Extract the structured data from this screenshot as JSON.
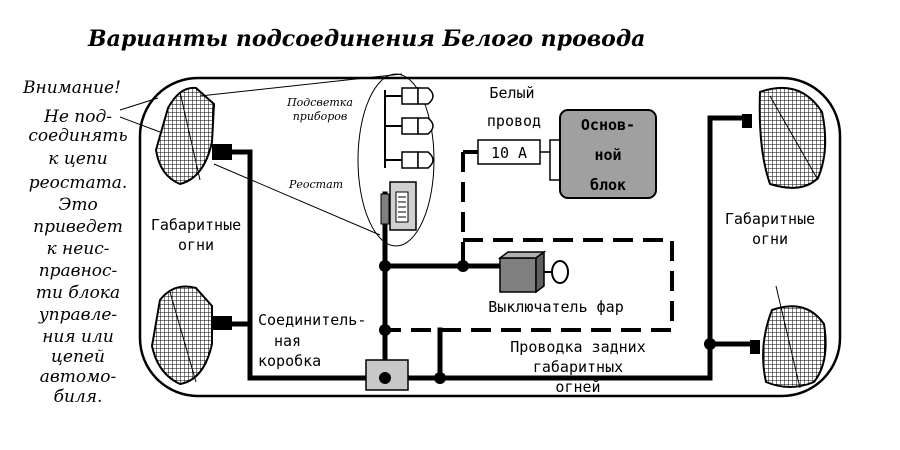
{
  "title": "Варианты подсоединения Белого провода",
  "warning": {
    "lines": [
      "Внимание!",
      "Не под-",
      "соединять",
      "к цепи",
      "реостата.",
      "Это",
      "приведет",
      "к неис-",
      "правнос-",
      "ти блока",
      "управле-",
      "ния или",
      "цепей",
      "автомо-",
      "биля."
    ]
  },
  "labels": {
    "panel_light": [
      "Подсветка",
      "приборов"
    ],
    "rheostat": "Реостат",
    "white_wire": [
      "Белый",
      "провод"
    ],
    "fuse": "10 A",
    "main_unit": [
      "Основ-",
      "ной",
      "блок"
    ],
    "marker_left": [
      "Габаритные",
      "огни"
    ],
    "marker_right": [
      "Габаритные",
      "огни"
    ],
    "headlight_switch": "Выключатель фар",
    "junction_box": [
      "Соединитель-",
      "ная",
      "коробка"
    ],
    "rear_wiring": [
      "Проводка задних",
      "габаритных",
      "огней"
    ]
  },
  "colors": {
    "main_unit_fill": "#a0a0a0",
    "switch_fill": "#808080",
    "junction_fill": "#c8c8c8",
    "panel_fill": "#d0d0d0"
  }
}
